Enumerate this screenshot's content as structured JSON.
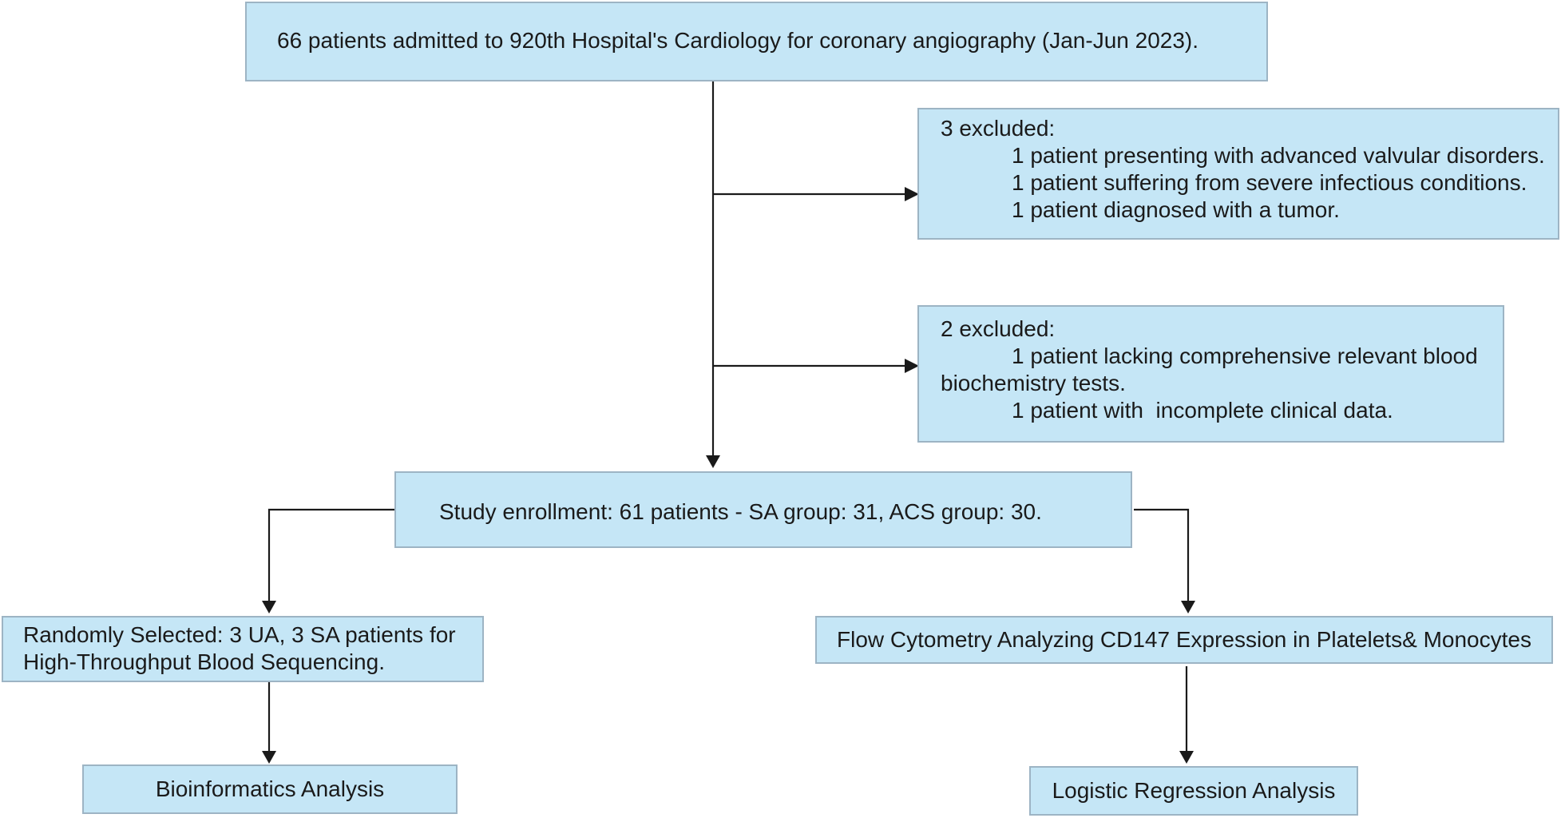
{
  "flowchart": {
    "admission": {
      "text": "66 patients admitted to 920th Hospital's Cardiology for coronary angiography (Jan-Jun 2023)."
    },
    "exclusion_1": {
      "header": "3 excluded:",
      "items": [
        "1 patient presenting with advanced valvular disorders.",
        "1 patient suffering from severe infectious conditions.",
        "1 patient diagnosed with a tumor."
      ]
    },
    "exclusion_2": {
      "header": "2 excluded:",
      "item_1_line_1": "1 patient lacking comprehensive relevant blood",
      "item_1_line_2": "biochemistry tests.",
      "item_2": "1 patient with  incomplete clinical data."
    },
    "enrollment": {
      "text": "Study enrollment: 61 patients - SA group: 31, ACS group: 30."
    },
    "sequencing": {
      "line_1": "Randomly Selected: 3 UA, 3 SA patients for",
      "line_2": "High-Throughput Blood Sequencing."
    },
    "flow_cytometry": {
      "text": "Flow Cytometry Analyzing CD147 Expression in Platelets& Monocytes"
    },
    "bioinformatics": {
      "text": "Bioinformatics Analysis"
    },
    "logistic_regression": {
      "text": "Logistic Regression Analysis"
    }
  }
}
